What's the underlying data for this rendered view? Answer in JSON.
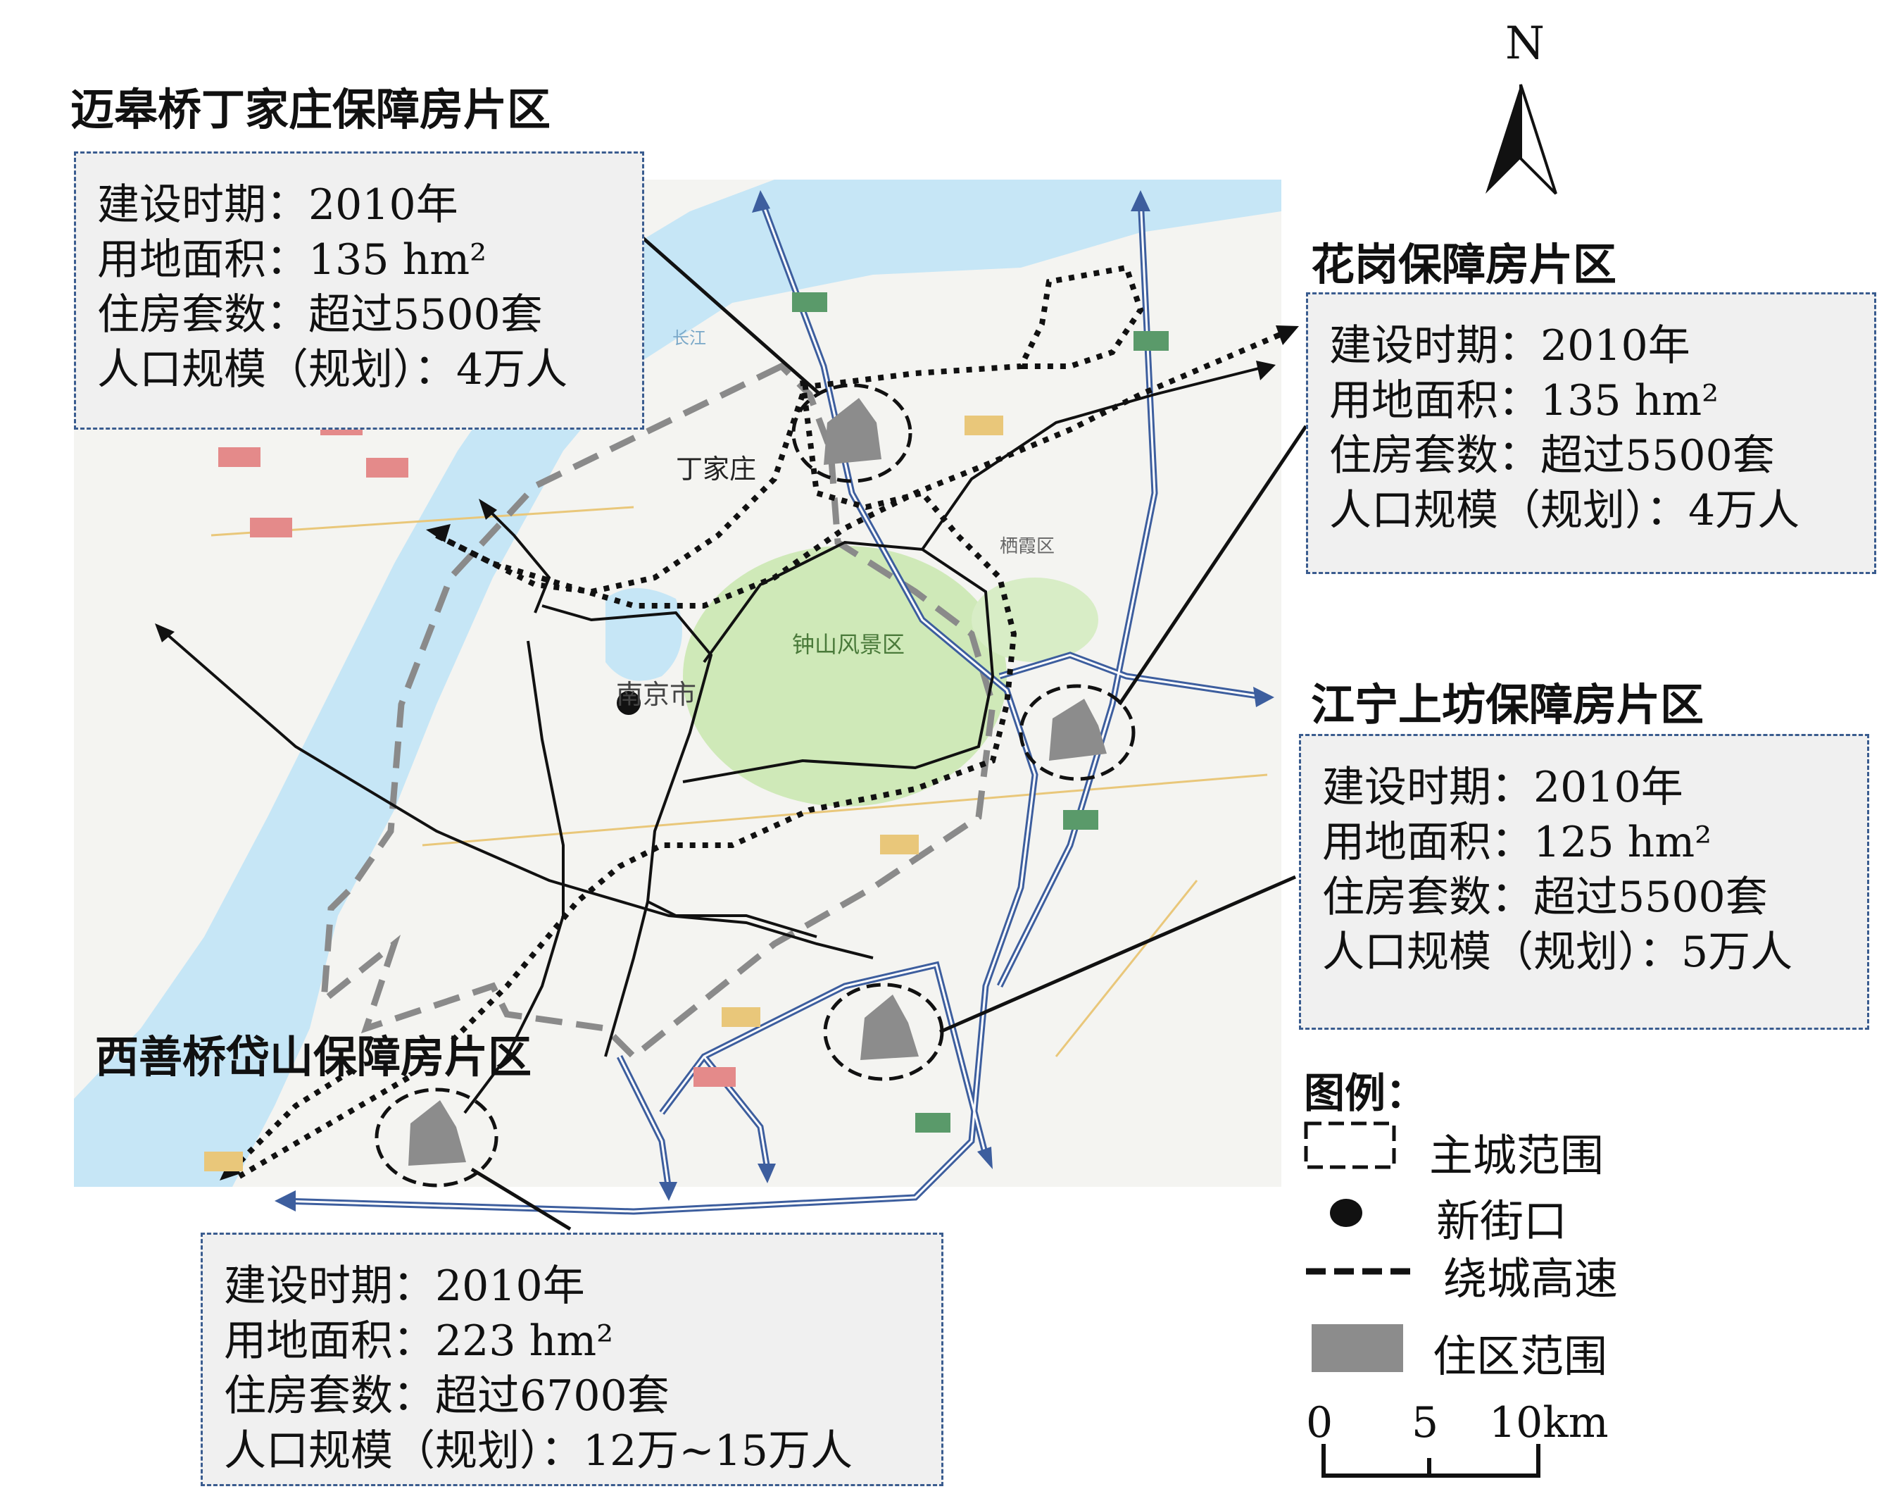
{
  "north_label": "N",
  "basemap_labels": {
    "dingjiazhuang": "丁家庄",
    "nanjing": "南京市",
    "zhongshan": "钟山风景区",
    "qixia": "栖霞区",
    "yangtze": "长江"
  },
  "areas": {
    "maigaoqiao": {
      "title": "迈皋桥丁家庄保障房片区",
      "period": "建设时期：2010年",
      "area": "用地面积：135 hm²",
      "units": "住房套数：超过5500套",
      "population": "人口规模（规划）：4万人"
    },
    "huagang": {
      "title": "花岗保障房片区",
      "period": "建设时期：2010年",
      "area": "用地面积：135 hm²",
      "units": "住房套数：超过5500套",
      "population": "人口规模（规划）：4万人"
    },
    "shangfang": {
      "title": "江宁上坊保障房片区",
      "period": "建设时期：2010年",
      "area": "用地面积：125 hm²",
      "units": "住房套数：超过5500套",
      "population": "人口规模（规划）：5万人"
    },
    "xishanqiao": {
      "title": "西善桥岱山保障房片区",
      "period": "建设时期：2010年",
      "area": "用地面积：223 hm²",
      "units": "住房套数：超过6700套",
      "population": "人口规模（规划）：12万~15万人"
    }
  },
  "legend": {
    "title": "图例：",
    "items": [
      {
        "label": "主城范围",
        "symbol": "dashed-box"
      },
      {
        "label": "新街口",
        "symbol": "dot"
      },
      {
        "label": "绕城高速",
        "symbol": "dashed-line"
      },
      {
        "label": "住区范围",
        "symbol": "gray-rect"
      }
    ]
  },
  "scale": {
    "labels": [
      "0",
      "5",
      "10km"
    ]
  },
  "colors": {
    "water": "#c6e6f6",
    "green": "#cfe9b8",
    "land": "#f4f4f1",
    "highway": "#3d5e9e",
    "ring": "#8a8a8a"
  }
}
